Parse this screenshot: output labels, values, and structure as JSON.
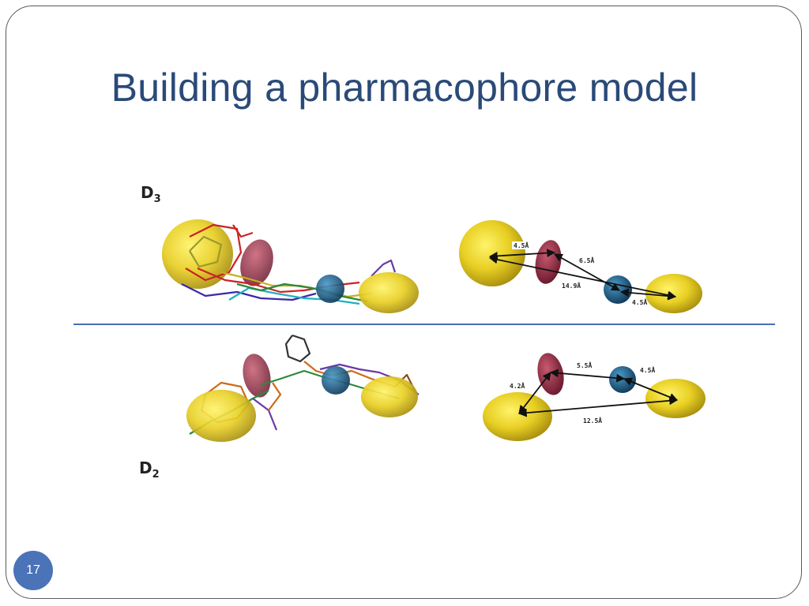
{
  "slide": {
    "title": "Building a pharmacophore model",
    "page_number": "17"
  },
  "panels": {
    "top": {
      "label_main": "D",
      "label_sub": "3",
      "distances": [
        "4.5Å",
        "6.5Å",
        "14.9Å",
        "4.5Å"
      ]
    },
    "bottom": {
      "label_main": "D",
      "label_sub": "2",
      "distances": [
        "5.5Å",
        "4.5Å",
        "4.2Å",
        "12.5Å"
      ]
    }
  },
  "colors": {
    "hydrophobic": "#e3cc2a",
    "hbond": "#8a2a40",
    "ionizable": "#1f5f8a",
    "divider": "#4a6fb0",
    "title": "#2a4a78",
    "badge": "#4a73b8"
  }
}
